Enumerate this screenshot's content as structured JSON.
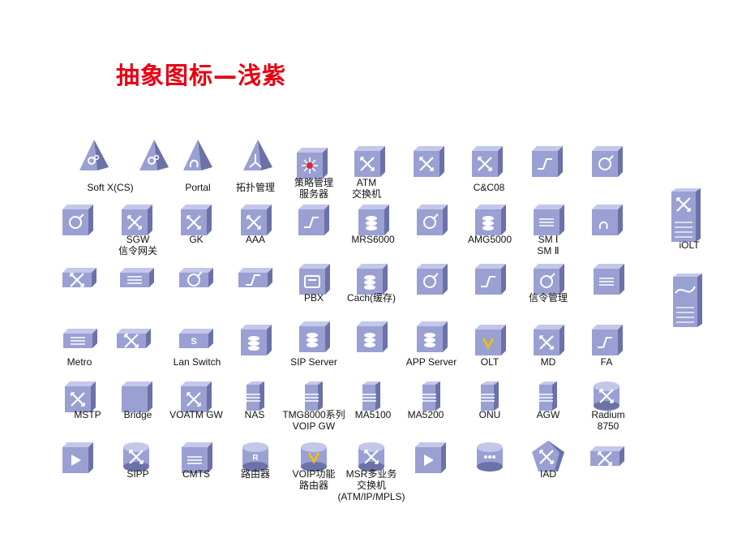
{
  "title": "抽象图标—浅紫",
  "colors": {
    "title": "#e60012",
    "face": "#9aa0d2",
    "top": "#c3c7ea",
    "side": "#6c72a8",
    "glyph": "#ffffff",
    "accent": "#d8263c"
  },
  "icons": [
    {
      "id": "softx",
      "shape": "pyramid",
      "glyph": "gear",
      "label": "Soft X(CS)"
    },
    {
      "id": "pyr2",
      "shape": "pyramid",
      "glyph": "gear",
      "label": ""
    },
    {
      "id": "portal",
      "shape": "pyramid",
      "glyph": "curve",
      "label": "Portal"
    },
    {
      "id": "tuopu",
      "shape": "pyramid",
      "glyph": "tri",
      "label": "拓扑管理"
    },
    {
      "id": "policy",
      "shape": "cube",
      "glyph": "star",
      "label": "策略管理\n服务器"
    },
    {
      "id": "atm",
      "shape": "cube",
      "glyph": "x",
      "label": "ATM\n交换机"
    },
    {
      "id": "c1",
      "shape": "cube",
      "glyph": "x",
      "label": ""
    },
    {
      "id": "cc08",
      "shape": "cube",
      "glyph": "x",
      "label": "C&C08"
    },
    {
      "id": "c2",
      "shape": "cube",
      "glyph": "diag",
      "label": ""
    },
    {
      "id": "c3",
      "shape": "cube",
      "glyph": "circle",
      "label": ""
    },
    {
      "id": "c4",
      "shape": "cube",
      "glyph": "circle",
      "label": ""
    },
    {
      "id": "sgw",
      "shape": "cube",
      "glyph": "x",
      "label": "SGW\n信令网关"
    },
    {
      "id": "gk",
      "shape": "cube",
      "glyph": "x",
      "label": "GK"
    },
    {
      "id": "aaa",
      "shape": "cube",
      "glyph": "x",
      "label": "AAA"
    },
    {
      "id": "c5",
      "shape": "cube",
      "glyph": "diag",
      "label": ""
    },
    {
      "id": "mrs6000",
      "shape": "cube",
      "glyph": "disks",
      "label": "MRS6000"
    },
    {
      "id": "c6",
      "shape": "cube",
      "glyph": "circle",
      "label": ""
    },
    {
      "id": "amg5000",
      "shape": "cube",
      "glyph": "disks",
      "label": "AMG5000"
    },
    {
      "id": "sm",
      "shape": "cube",
      "glyph": "lines",
      "label": "SM Ⅰ\nSM Ⅱ"
    },
    {
      "id": "c7",
      "shape": "cube",
      "glyph": "curve",
      "label": ""
    },
    {
      "id": "iolt",
      "shape": "tower",
      "glyph": "x",
      "label": "iOLT"
    },
    {
      "id": "flat1",
      "shape": "flat",
      "glyph": "x",
      "label": ""
    },
    {
      "id": "flat2",
      "shape": "flat",
      "glyph": "lines",
      "label": ""
    },
    {
      "id": "flat3",
      "shape": "flat",
      "glyph": "circle",
      "label": ""
    },
    {
      "id": "flat4",
      "shape": "flat",
      "glyph": "diag",
      "label": ""
    },
    {
      "id": "pbx",
      "shape": "cube",
      "glyph": "phone",
      "label": "PBX"
    },
    {
      "id": "cache",
      "shape": "cube",
      "glyph": "disks",
      "label": "Cach(缓存)"
    },
    {
      "id": "c8",
      "shape": "cube",
      "glyph": "circle",
      "label": ""
    },
    {
      "id": "c9",
      "shape": "cube",
      "glyph": "diag",
      "label": ""
    },
    {
      "id": "signal",
      "shape": "cube",
      "glyph": "circle",
      "label": "信令管理"
    },
    {
      "id": "c10",
      "shape": "cube",
      "glyph": "lines",
      "label": ""
    },
    {
      "id": "sideicon",
      "shape": "tower",
      "glyph": "wave",
      "label": ""
    },
    {
      "id": "metro",
      "shape": "flat",
      "glyph": "lines",
      "label": "Metro"
    },
    {
      "id": "c11",
      "shape": "flat",
      "glyph": "x",
      "label": ""
    },
    {
      "id": "lanswitch",
      "shape": "flat",
      "glyph": "s",
      "label": "Lan Switch"
    },
    {
      "id": "c12",
      "shape": "cube",
      "glyph": "disks",
      "label": ""
    },
    {
      "id": "sip",
      "shape": "cube",
      "glyph": "disks",
      "label": "SIP Server"
    },
    {
      "id": "aaa2",
      "shape": "cube",
      "glyph": "disks",
      "label": ""
    },
    {
      "id": "appserver",
      "shape": "cube",
      "glyph": "disks",
      "label": "APP Server"
    },
    {
      "id": "olt",
      "shape": "cube",
      "glyph": "v",
      "label": "OLT"
    },
    {
      "id": "md",
      "shape": "cube",
      "glyph": "x",
      "label": "MD"
    },
    {
      "id": "fa",
      "shape": "cube",
      "glyph": "diag",
      "label": "FA"
    },
    {
      "id": "mstp",
      "shape": "cube",
      "glyph": "x",
      "label": "MSTP"
    },
    {
      "id": "bridge",
      "shape": "cube",
      "glyph": "none",
      "label": "Bridge"
    },
    {
      "id": "voatm",
      "shape": "cube",
      "glyph": "x",
      "label": "VOATM GW"
    },
    {
      "id": "nas",
      "shape": "tall",
      "glyph": "lines",
      "label": "NAS"
    },
    {
      "id": "tmg8000",
      "shape": "tall",
      "glyph": "lines",
      "label": "TMG8000系列\nVOIP GW"
    },
    {
      "id": "ma5100",
      "shape": "tall",
      "glyph": "lines",
      "label": "MA5100"
    },
    {
      "id": "ma5200",
      "shape": "tall",
      "glyph": "lines",
      "label": "MA5200"
    },
    {
      "id": "onu",
      "shape": "tall",
      "glyph": "lines",
      "label": "ONU"
    },
    {
      "id": "agw",
      "shape": "tall",
      "glyph": "lines",
      "label": "AGW"
    },
    {
      "id": "radium",
      "shape": "cyl",
      "glyph": "x",
      "label": "Radium\n8750"
    },
    {
      "id": "c13",
      "shape": "cube",
      "glyph": "play",
      "label": ""
    },
    {
      "id": "sipp",
      "shape": "cyl",
      "glyph": "x",
      "label": "SIPP"
    },
    {
      "id": "cmts",
      "shape": "cube",
      "glyph": "lines",
      "label": "CMTS"
    },
    {
      "id": "router",
      "shape": "cyl",
      "glyph": "r",
      "label": "路由器"
    },
    {
      "id": "voiprouter",
      "shape": "cyl",
      "glyph": "v",
      "label": "VOIP功能\n路由器"
    },
    {
      "id": "msr",
      "shape": "cyl",
      "glyph": "x",
      "label": "MSR多业务\n交换机\n(ATM/IP/MPLS)"
    },
    {
      "id": "c14",
      "shape": "cube",
      "glyph": "play",
      "label": ""
    },
    {
      "id": "c15",
      "shape": "cyl",
      "glyph": "dots",
      "label": ""
    },
    {
      "id": "iad",
      "shape": "pent",
      "glyph": "x",
      "label": "IAD"
    },
    {
      "id": "c16",
      "shape": "flat",
      "glyph": "x",
      "label": ""
    }
  ]
}
